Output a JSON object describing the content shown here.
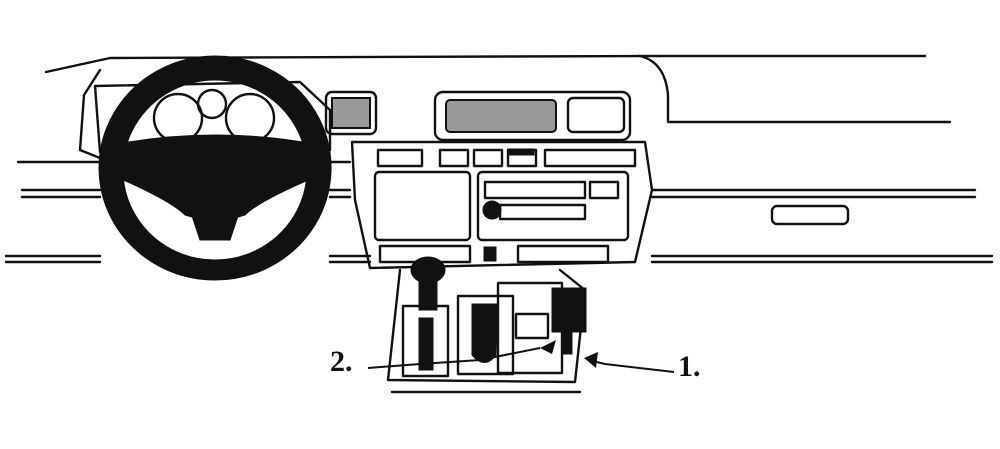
{
  "diagram": {
    "callouts": [
      {
        "id": "1",
        "text": "1."
      },
      {
        "id": "2",
        "text": "2."
      }
    ]
  }
}
